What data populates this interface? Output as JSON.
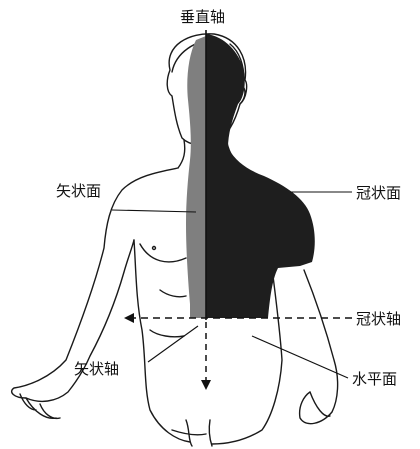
{
  "labels": {
    "vertical_axis": "垂直轴",
    "sagittal_plane": "矢状面",
    "coronal_plane": "冠状面",
    "coronal_axis": "冠状轴",
    "sagittal_axis": "矢状轴",
    "horizontal_plane": "水平面"
  },
  "colors": {
    "outline": "#1a1a1a",
    "sagittal_plane_fill": "#7f7f7f",
    "coronal_plane_fill": "#1e1e1e",
    "background": "#ffffff"
  }
}
